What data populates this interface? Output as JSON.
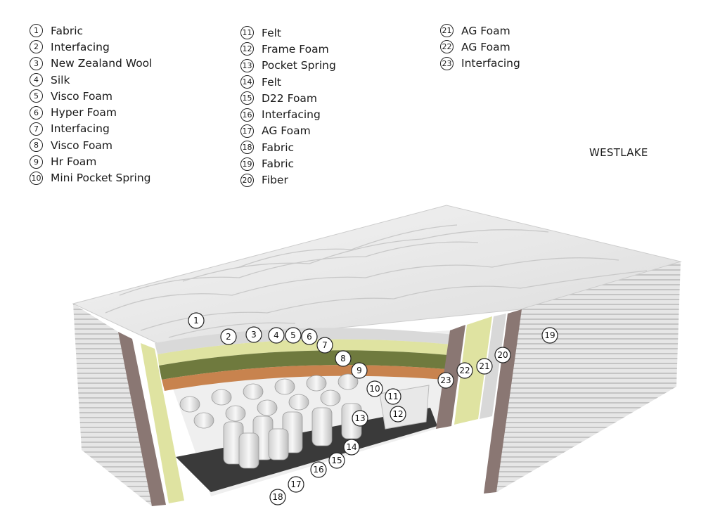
{
  "brand": "WESTLAKE",
  "layers": [
    {
      "num": "1",
      "label": "Fabric"
    },
    {
      "num": "2",
      "label": "Interfacing"
    },
    {
      "num": "3",
      "label": "New Zealand Wool"
    },
    {
      "num": "4",
      "label": "Silk"
    },
    {
      "num": "5",
      "label": "Visco Foam"
    },
    {
      "num": "6",
      "label": "Hyper Foam"
    },
    {
      "num": "7",
      "label": "Interfacing"
    },
    {
      "num": "8",
      "label": "Visco Foam"
    },
    {
      "num": "9",
      "label": "Hr Foam"
    },
    {
      "num": "10",
      "label": "Mini Pocket Spring"
    },
    {
      "num": "11",
      "label": "Felt"
    },
    {
      "num": "12",
      "label": "Frame Foam"
    },
    {
      "num": "13",
      "label": "Pocket Spring"
    },
    {
      "num": "14",
      "label": "Felt"
    },
    {
      "num": "15",
      "label": "D22 Foam"
    },
    {
      "num": "16",
      "label": "Interfacing"
    },
    {
      "num": "17",
      "label": "AG Foam"
    },
    {
      "num": "18",
      "label": "Fabric"
    },
    {
      "num": "19",
      "label": "Fabric"
    },
    {
      "num": "20",
      "label": "Fiber"
    },
    {
      "num": "21",
      "label": "AG Foam"
    },
    {
      "num": "22",
      "label": "AG Foam"
    },
    {
      "num": "23",
      "label": "Interfacing"
    }
  ],
  "colors": {
    "quilt_top": "#e9e9e9",
    "side_stripes": "#cfcfcf",
    "felt_brown": "#8a7773",
    "interfacing_yellow": "#dfe3a1",
    "visco_green": "#6f7a3e",
    "hr_foam_orange": "#c8834e",
    "spring_white": "#f2f2f2",
    "base_dark": "#3a3a3a"
  }
}
